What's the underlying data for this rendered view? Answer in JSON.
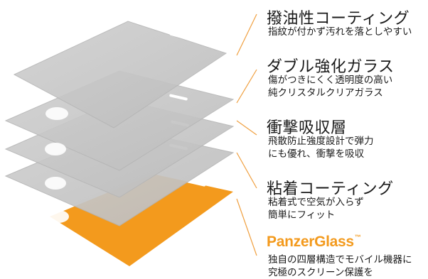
{
  "colors": {
    "glass_layer": "#c8c8c8",
    "accent_layer": "#f39a1d",
    "leader_line": "#f0a040",
    "text": "#1a1a1a"
  },
  "features": [
    {
      "title": "撥油性コーティング",
      "lines": [
        "指紋が付かず汚れを落としやすい"
      ]
    },
    {
      "title": "ダブル強化ガラス",
      "lines": [
        "傷がつきにくく透明度の高い",
        "純クリスタルクリアガラス"
      ]
    },
    {
      "title": "衝撃吸収層",
      "lines": [
        "飛散防止強度設計で弾力",
        "にも優れ、衝撃を吸収"
      ]
    },
    {
      "title": "粘着コーティング",
      "lines": [
        "粘着式で空気が入らず",
        "簡単にフィット"
      ]
    }
  ],
  "brand": {
    "name": "PanzerGlass",
    "mark": "™",
    "lines": [
      "独自の四層構造でモバイル機器に",
      "究極のスクリーン保護を"
    ]
  }
}
